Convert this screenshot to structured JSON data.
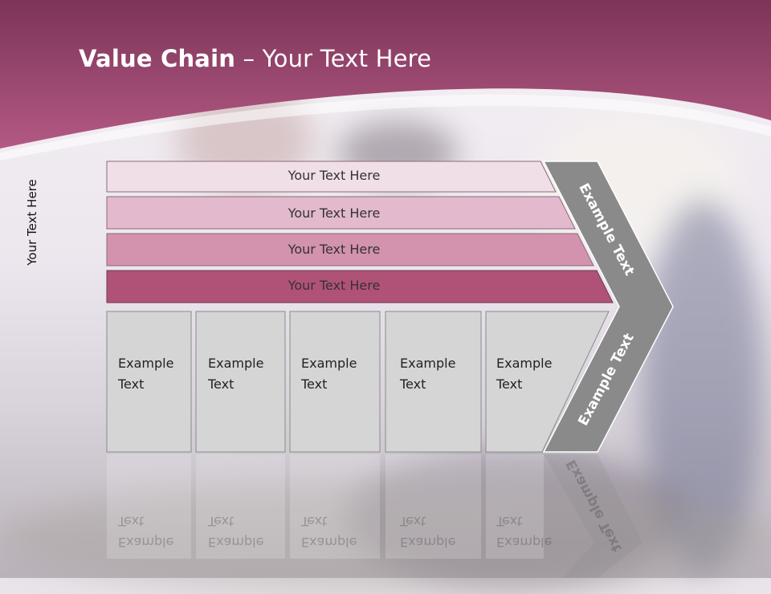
{
  "title": {
    "bold": "Value Chain",
    "rest": " – Your Text Here"
  },
  "side_label": "Your Text Here",
  "bars": [
    {
      "label": "Your Text Here",
      "color": "#f1dfe8"
    },
    {
      "label": "Your Text Here",
      "color": "#e3b9cd"
    },
    {
      "label": "Your Text Here",
      "color": "#d392ae"
    },
    {
      "label": "Your Text Here",
      "color": "#b05278"
    }
  ],
  "boxes": [
    {
      "line1": "Example",
      "line2": "Text"
    },
    {
      "line1": "Example",
      "line2": "Text"
    },
    {
      "line1": "Example",
      "line2": "Text"
    },
    {
      "line1": "Example",
      "line2": "Text"
    },
    {
      "line1": "Example",
      "line2": "Text"
    }
  ],
  "chevron": {
    "upper_label": "Example Text",
    "lower_label": "Example Text",
    "color": "#8a8a8a"
  },
  "colors": {
    "header": "#a8557c",
    "box_fill": "#d5d5d5",
    "box_border": "#8a8a8a"
  }
}
